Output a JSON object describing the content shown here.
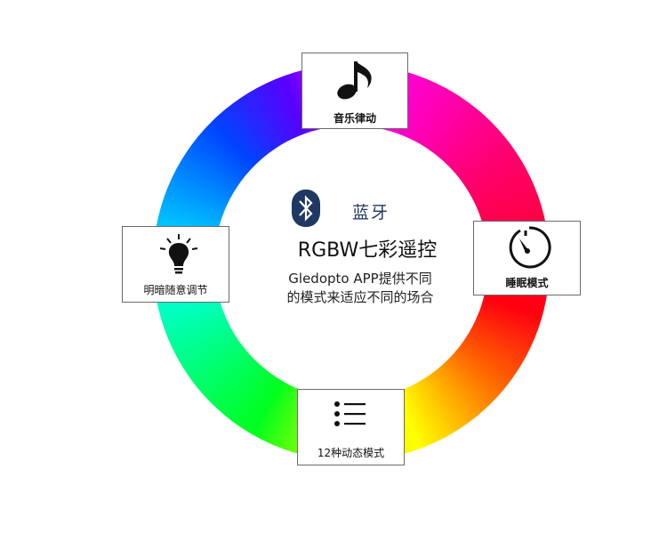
{
  "center": {
    "title": "蓝牙",
    "heading": "RGBW七彩遥控",
    "line1": "Gledopto APP提供不同",
    "line2": "的模式来适应不同的场合",
    "icon": "bluetooth-icon",
    "title_color": "#1f3864",
    "icon_color": "#1f3864"
  },
  "features": {
    "music": {
      "label": "音乐律动",
      "icon": "music-note-icon"
    },
    "sleep": {
      "label": "睡眠模式",
      "icon": "timer-icon"
    },
    "dimming": {
      "label": "明暗随意调节",
      "icon": "light-bulb-icon"
    },
    "modes": {
      "label": "12种动态模式",
      "icon": "list-icon"
    }
  },
  "wheel": {
    "type": "color-wheel",
    "colors": [
      "#ff00ff",
      "#ff0070",
      "#ff0010",
      "#ff6a00",
      "#ffff00",
      "#9bff00",
      "#00ff1e",
      "#00ff9a",
      "#00ffe6",
      "#00b5ff",
      "#0044ff",
      "#5800ff"
    ]
  }
}
